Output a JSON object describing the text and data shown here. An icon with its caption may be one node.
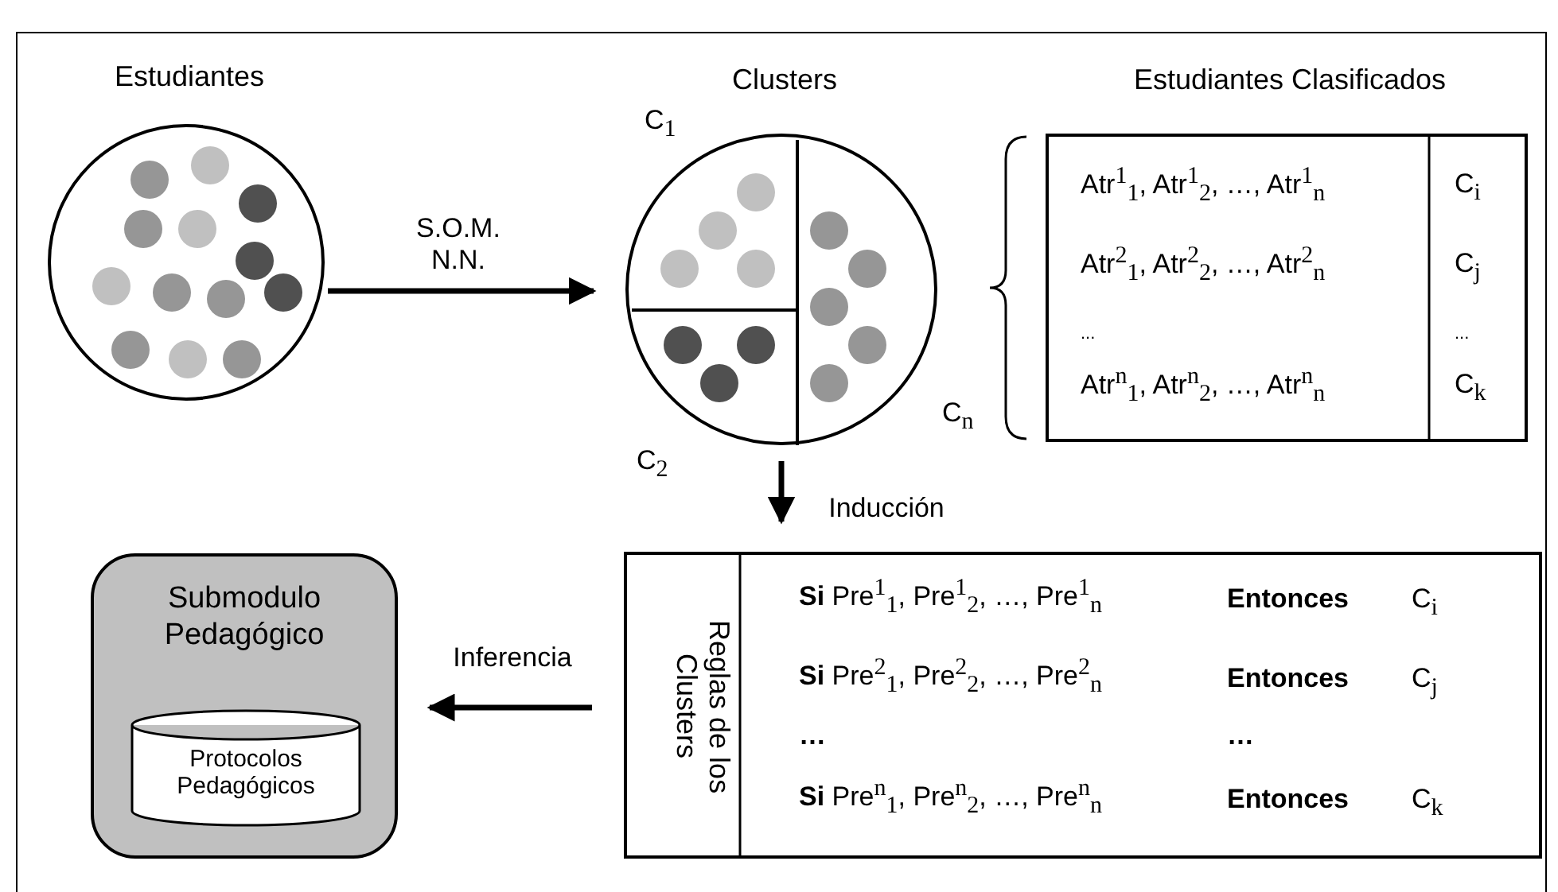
{
  "diagram": {
    "nodes": [
      {
        "text": [
          "Estudiantes"
        ]
      },
      {
        "text": [
          "Clusters"
        ],
        "beside": [
          "C$_{1}$",
          "C$_{2}$",
          "C$_{n}$"
        ]
      },
      {
        "text": [
          "Estudiantes Clasificados",
          "Atr$^{1}$$_{1}$, Atr$^{1}$$_{2}$, …, Atr$^{1}$$_{n}$",
          "C$_{i}$",
          "Atr$^{2}$$_{1}$, Atr$^{2}$$_{2}$, …, Atr$^{2}$$_{n}$",
          "C$_{j}$",
          "...",
          "...",
          "Atr$^{n}$$_{1}$, Atr$^{n}$$_{2}$, …, Atr$^{n}$$_{n}$",
          "C$_{k}$"
        ]
      },
      {
        "text": [
          "Reglas de los Clusters",
          "**Si** Pre$^{1}$$_{1}$, Pre$^{1}$$_{2}$, …, Pre$^{1}$$_{n}$",
          "Entonces",
          "C$_{i}$",
          "**Si** Pre$^{2}$$_{1}$, Pre$^{2}$$_{2}$, …, Pre$^{2}$$_{n}$",
          "Entonces",
          "C$_{j}$",
          "…",
          "…",
          "**Si** Pre$^{n}$$_{1}$, Pre$^{n}$$_{2}$, …, Pre$^{n}$$_{n}$",
          "Entonces",
          "C$_{k}$"
        ]
      },
      {
        "text": [
          "Submodulo Pedagógico"
        ]
      },
      {
        "text": [
          "Protocolos Pedagógicos"
        ],
        "in": 4
      }
    ],
    "edges": [
      {
        "from": 0,
        "to": 1,
        "arrow": "to",
        "label": "S.O.M. N.N."
      },
      {
        "from": 1,
        "to": 3,
        "arrow": "to",
        "label": "Inducción"
      },
      {
        "from": 3,
        "to": 4,
        "arrow": "to",
        "label": "Inferencia"
      }
    ]
  }
}
